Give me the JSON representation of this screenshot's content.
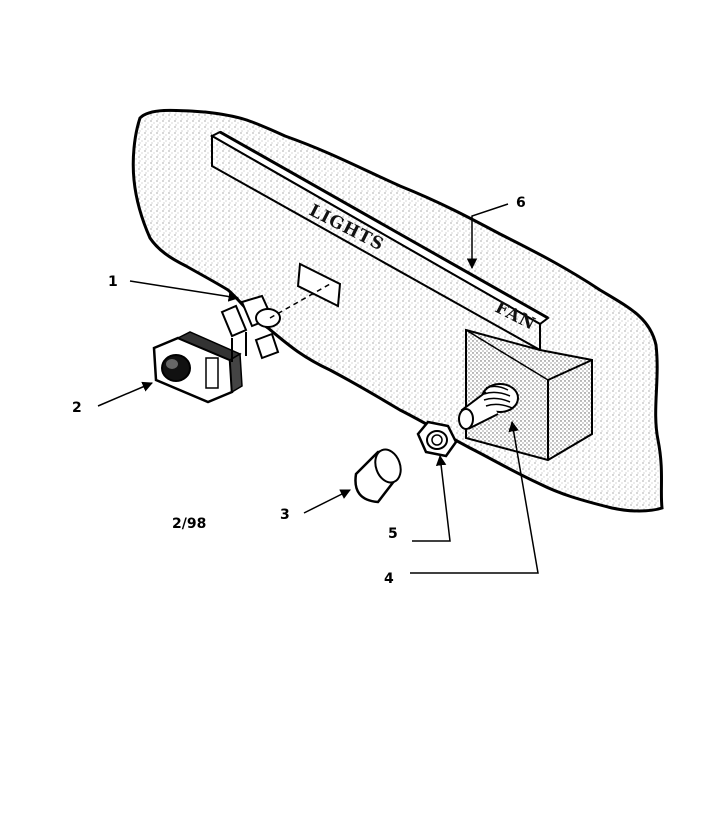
{
  "panel": {
    "lights_label": "LIGHTS",
    "fan_label": "FAN"
  },
  "date_code": "2/98",
  "callouts": {
    "c1": "1",
    "c2": "2",
    "c3": "3",
    "c4": "4",
    "c5": "5",
    "c6": "6"
  },
  "colors": {
    "ink": "#000000",
    "background": "#ffffff"
  }
}
